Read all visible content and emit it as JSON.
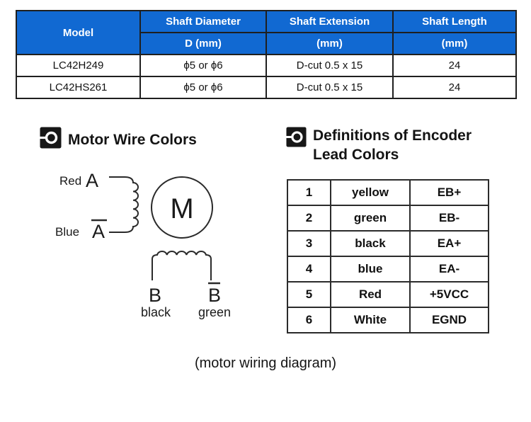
{
  "colors": {
    "header_bg": "#1169d2",
    "header_text": "#ffffff",
    "border_dark": "#1f1f1f",
    "text_dark": "#161616"
  },
  "spec_table": {
    "col_model": "Model",
    "columns": [
      {
        "title": "Shaft Diameter",
        "unit": "D (mm)"
      },
      {
        "title": "Shaft Extension",
        "unit": "(mm)"
      },
      {
        "title": "Shaft Length",
        "unit": "(mm)"
      }
    ],
    "rows": [
      {
        "model": "LC42H249",
        "shaft_diameter": "ϕ5 or ϕ6",
        "shaft_extension": "D-cut 0.5 x 15",
        "shaft_length": "24"
      },
      {
        "model": "LC42HS261",
        "shaft_diameter": "ϕ5 or ϕ6",
        "shaft_extension": "D-cut 0.5 x 15",
        "shaft_length": "24"
      }
    ]
  },
  "motor_wire_section": {
    "title": "Motor Wire Colors",
    "diagram": {
      "phase_a_pos_color": "Red",
      "phase_a_pos_terminal": "A",
      "phase_a_neg_color": "Blue",
      "phase_a_neg_terminal": "A",
      "motor_label": "M",
      "phase_b_pos_terminal": "B",
      "phase_b_neg_terminal": "B",
      "phase_b_pos_color": "black",
      "phase_b_neg_color": "green"
    }
  },
  "encoder_section": {
    "title_line1": "Definitions of Encoder",
    "title_line2": "Lead Colors",
    "table": {
      "rows": [
        {
          "pin": "1",
          "color": "yellow",
          "signal": "EB+"
        },
        {
          "pin": "2",
          "color": "green",
          "signal": "EB-"
        },
        {
          "pin": "3",
          "color": "black",
          "signal": "EA+"
        },
        {
          "pin": "4",
          "color": "blue",
          "signal": "EA-"
        },
        {
          "pin": "5",
          "color": "Red",
          "signal": "+5VCC"
        },
        {
          "pin": "6",
          "color": "White",
          "signal": "EGND"
        }
      ]
    }
  },
  "caption": "(motor wiring diagram)"
}
